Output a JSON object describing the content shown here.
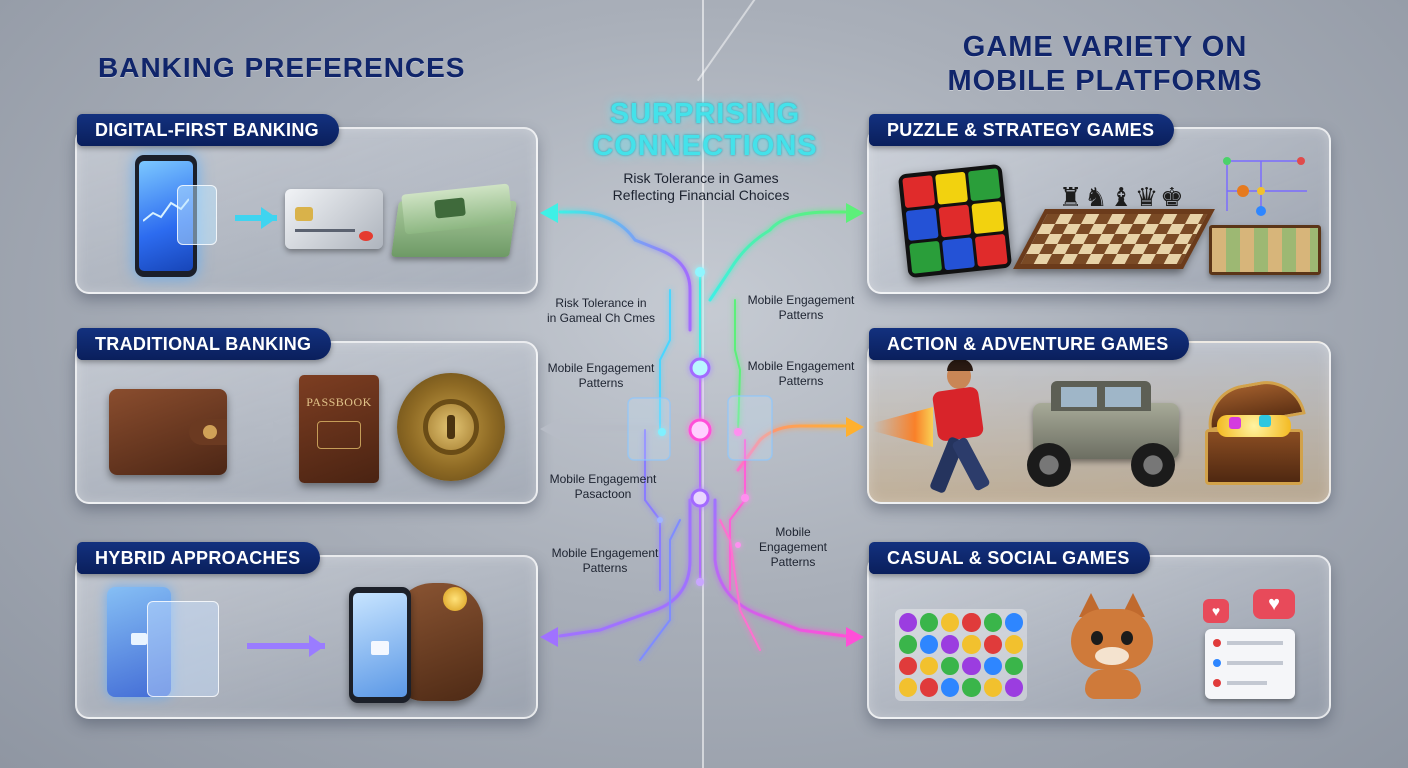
{
  "left": {
    "title": "BANKING PREFERENCES",
    "panels": [
      {
        "tab": "DIGITAL-FIRST BANKING"
      },
      {
        "tab": "TRADITIONAL BANKING",
        "passbook_text": "PASSBOOK"
      },
      {
        "tab": "HYBRID APPROACHES"
      }
    ]
  },
  "right": {
    "title_line1": "GAME VARIETY ON",
    "title_line2": "MOBILE PLATFORMS",
    "panels": [
      {
        "tab": "PUZZLE & STRATEGY GAMES"
      },
      {
        "tab": "ACTION & ADVENTURE GAMES"
      },
      {
        "tab": "CASUAL & SOCIAL GAMES"
      }
    ]
  },
  "center": {
    "title_line1": "SURPRISING",
    "title_line2": "CONNECTIONS",
    "subtitle_line1": "Risk Tolerance in Games",
    "subtitle_line2": "Reflecting Financial Choices",
    "labels": [
      {
        "line1": "Risk Tolerance in",
        "line2": "in Gameal Ch Cmes"
      },
      {
        "line1": "Mobile Engagement",
        "line2": "Patterns"
      },
      {
        "line1": "Mobile Engagement",
        "line2": "Patterns"
      },
      {
        "line1": "Mobile Engagement",
        "line2": "Patterns"
      },
      {
        "line1": "Mobile Engagement",
        "line2": "Pasactoon"
      },
      {
        "line1": "Mobile Engagement",
        "line2": "Patterns"
      },
      {
        "line1": "Mobile",
        "line2": "Engagement",
        "line3": "Patterns"
      }
    ]
  },
  "colors": {
    "title_navy": "#10256b",
    "tab_navy": "#0a1f5c",
    "center_title": "#3fe0e8",
    "teal": "#3ef0e6",
    "green": "#5cf07a",
    "orange": "#ffb02e",
    "magenta": "#ff4fd8",
    "purple": "#a072ff"
  }
}
